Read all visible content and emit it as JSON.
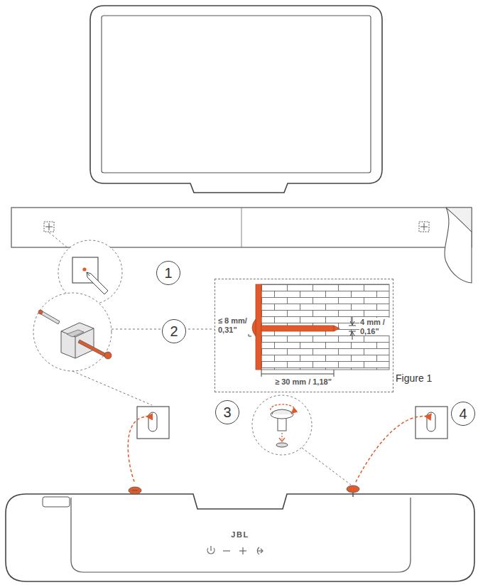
{
  "diagram": {
    "nodes": [
      {
        "text": [
          "1"
        ]
      },
      {
        "text": [
          "≤ 8 mm/ 0,31\"",
          "4 mm / 0,16\"",
          "≥ 30 mm / 1,18\""
        ]
      },
      {
        "text": [
          "2"
        ]
      },
      {
        "text": [
          "3"
        ]
      },
      {
        "text": [
          "4"
        ]
      }
    ],
    "labels": [
      "Figure 1",
      "JBL"
    ]
  }
}
